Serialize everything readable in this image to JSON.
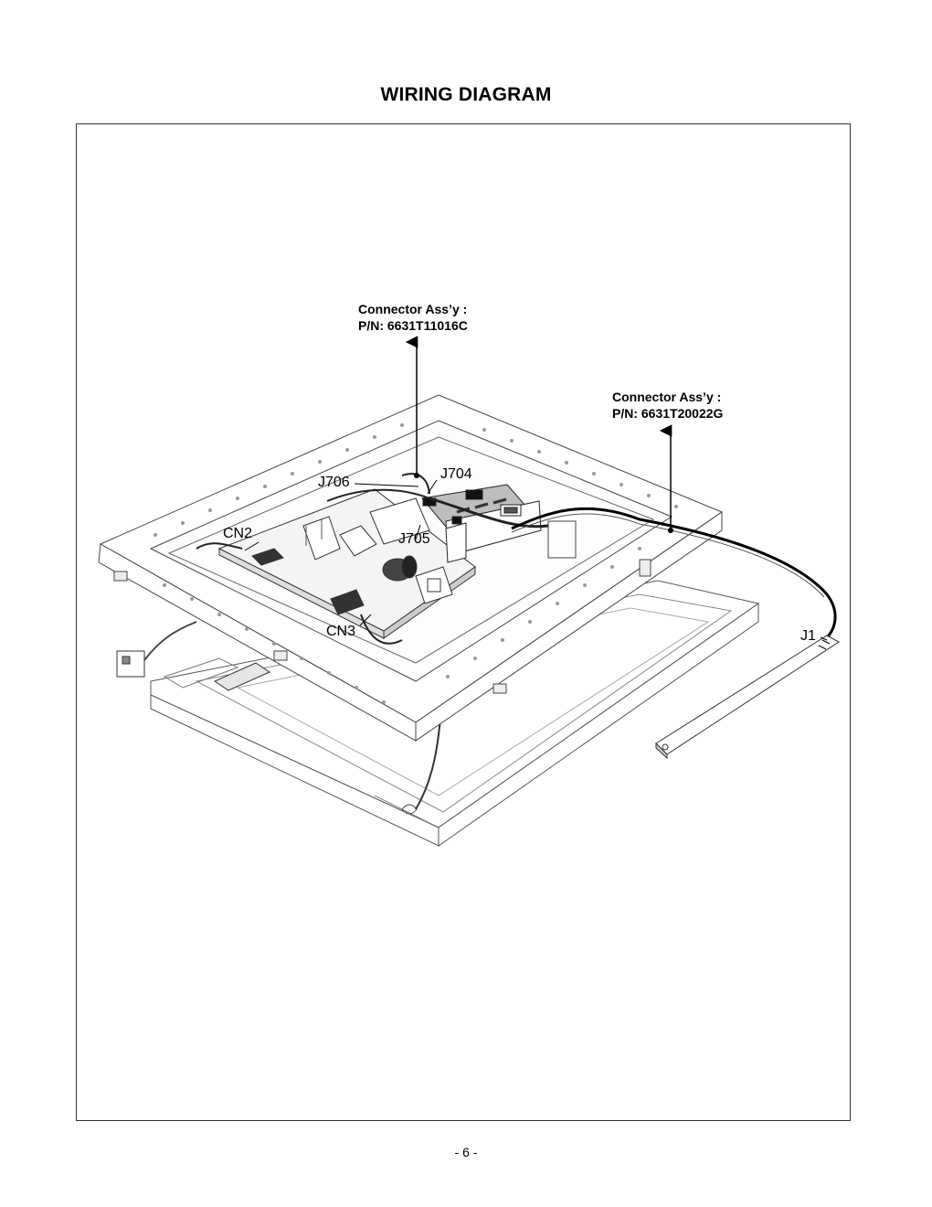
{
  "page": {
    "title": "WIRING DIAGRAM",
    "page_number": "- 6 -"
  },
  "callouts": {
    "connector_1": {
      "line1": "Connector Ass’y :",
      "line2": "P/N: 6631T11016C"
    },
    "connector_2": {
      "line1": "Connector Ass’y :",
      "line2": "P/N: 6631T20022G"
    }
  },
  "labels": {
    "j704": "J704",
    "j706": "J706",
    "j705": "J705",
    "cn2": "CN2",
    "cn3": "CN3",
    "j1": "J1"
  },
  "icons": {
    "arrow": "arrow-up-icon"
  }
}
